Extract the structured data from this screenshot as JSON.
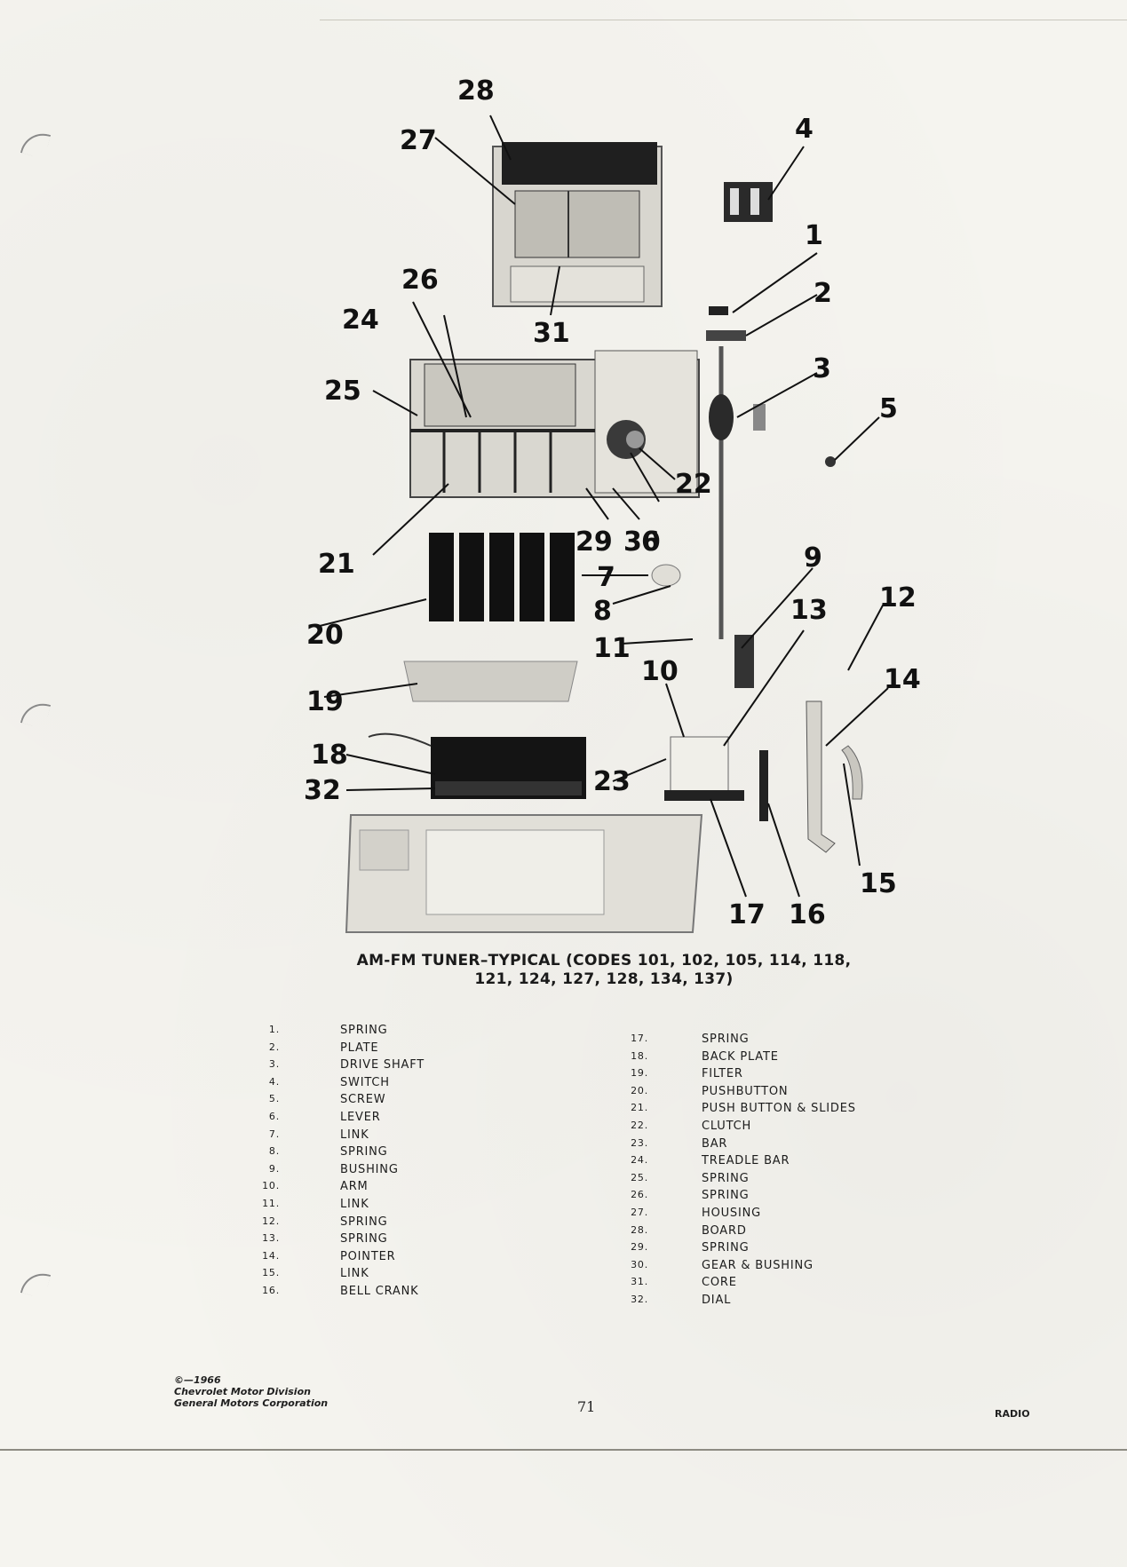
{
  "callouts": [
    "1",
    "2",
    "3",
    "4",
    "5",
    "6",
    "7",
    "8",
    "9",
    "10",
    "11",
    "12",
    "13",
    "14",
    "15",
    "16",
    "17",
    "18",
    "19",
    "20",
    "21",
    "22",
    "23",
    "24",
    "25",
    "26",
    "27",
    "28",
    "29",
    "30",
    "31",
    "32"
  ],
  "caption": {
    "line1": "AM-FM TUNER–TYPICAL (CODES 101, 102, 105, 114, 118,",
    "line2": "121, 124, 127, 128, 134, 137)"
  },
  "legend_left": [
    {
      "num": "1.",
      "name": "SPRING"
    },
    {
      "num": "2.",
      "name": "PLATE"
    },
    {
      "num": "3.",
      "name": "DRIVE SHAFT"
    },
    {
      "num": "4.",
      "name": "SWITCH"
    },
    {
      "num": "5.",
      "name": "SCREW"
    },
    {
      "num": "6.",
      "name": "LEVER"
    },
    {
      "num": "7.",
      "name": "LINK"
    },
    {
      "num": "8.",
      "name": "SPRING"
    },
    {
      "num": "9.",
      "name": "BUSHING"
    },
    {
      "num": "10.",
      "name": "ARM"
    },
    {
      "num": "11.",
      "name": "LINK"
    },
    {
      "num": "12.",
      "name": "SPRING"
    },
    {
      "num": "13.",
      "name": "SPRING"
    },
    {
      "num": "14.",
      "name": "POINTER"
    },
    {
      "num": "15.",
      "name": "LINK"
    },
    {
      "num": "16.",
      "name": "BELL CRANK"
    }
  ],
  "legend_right": [
    {
      "num": "17.",
      "name": "SPRING"
    },
    {
      "num": "18.",
      "name": "BACK PLATE"
    },
    {
      "num": "19.",
      "name": "FILTER"
    },
    {
      "num": "20.",
      "name": "PUSHBUTTON"
    },
    {
      "num": "21.",
      "name": "PUSH BUTTON & SLIDES"
    },
    {
      "num": "22.",
      "name": "CLUTCH"
    },
    {
      "num": "23.",
      "name": "BAR"
    },
    {
      "num": "24.",
      "name": "TREADLE BAR"
    },
    {
      "num": "25.",
      "name": "SPRING"
    },
    {
      "num": "26.",
      "name": "SPRING"
    },
    {
      "num": "27.",
      "name": "HOUSING"
    },
    {
      "num": "28.",
      "name": "BOARD"
    },
    {
      "num": "29.",
      "name": "SPRING"
    },
    {
      "num": "30.",
      "name": "GEAR & BUSHING"
    },
    {
      "num": "31.",
      "name": "CORE"
    },
    {
      "num": "32.",
      "name": "DIAL"
    }
  ],
  "footer": {
    "copyright": "©—1966",
    "division": "Chevrolet Motor Division",
    "corporation": "General Motors Corporation",
    "page_number": "71",
    "section": "RADIO"
  }
}
